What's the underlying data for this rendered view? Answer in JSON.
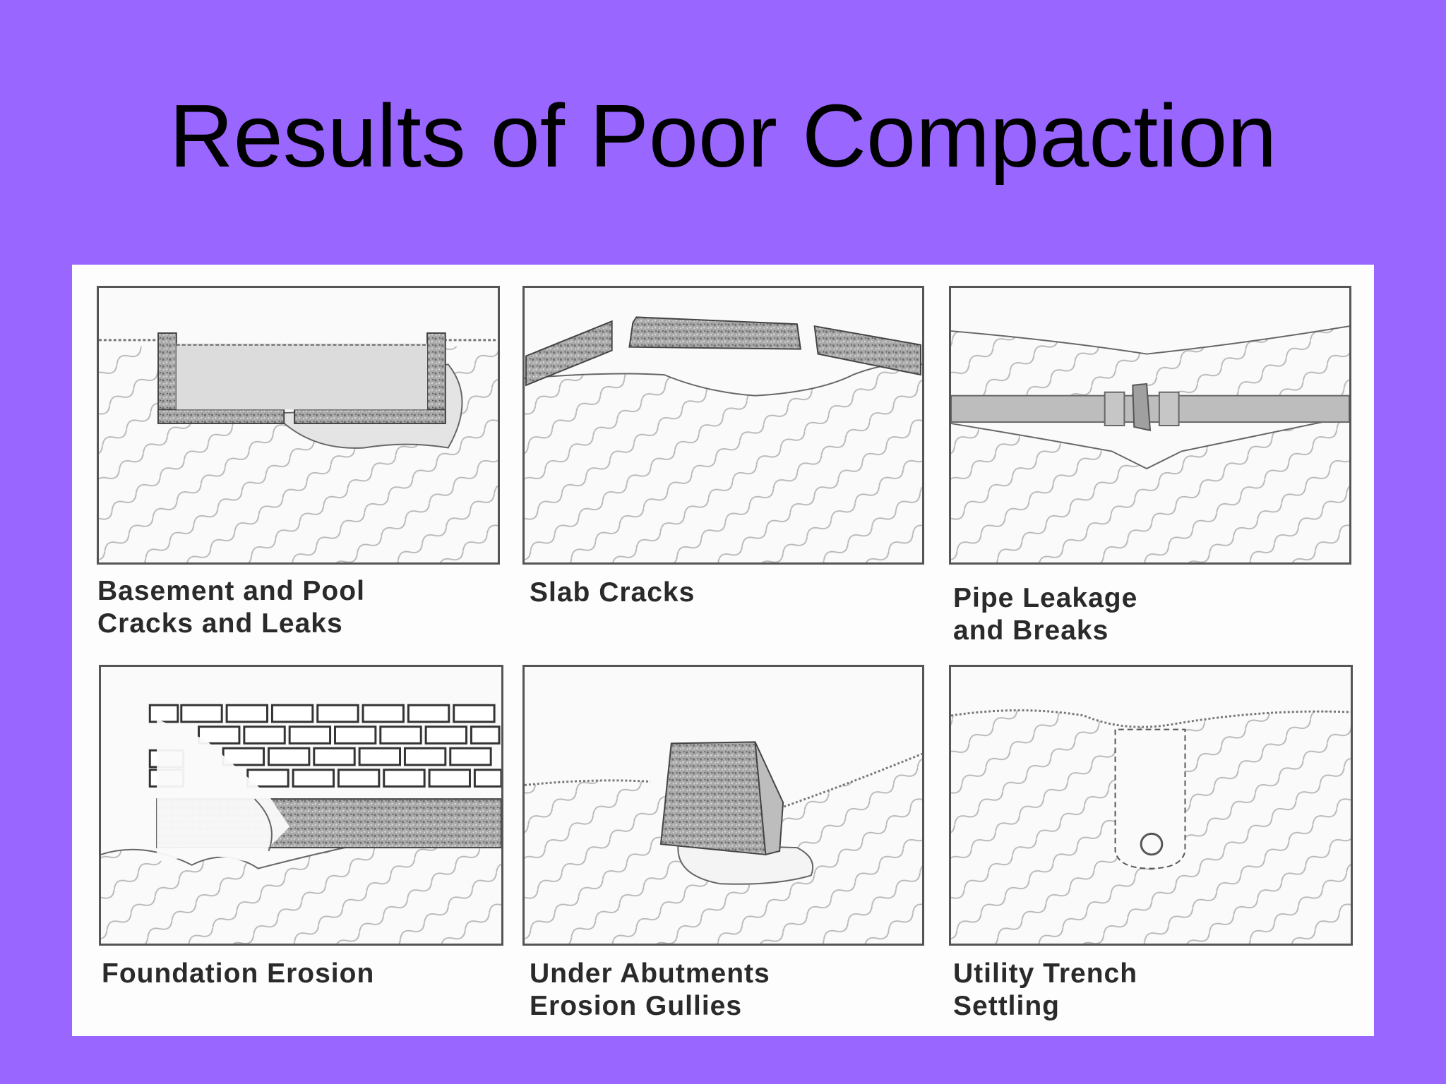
{
  "slide": {
    "title": "Results of Poor Compaction"
  },
  "panels": [
    {
      "caption_lines": [
        "Basement and Pool",
        "Cracks and Leaks"
      ]
    },
    {
      "caption_lines": [
        "Slab Cracks"
      ]
    },
    {
      "caption_lines": [
        "Pipe Leakage",
        "and Breaks"
      ]
    },
    {
      "caption_lines": [
        "Foundation Erosion"
      ]
    },
    {
      "caption_lines": [
        "Under Abutments",
        "Erosion Gullies"
      ]
    },
    {
      "caption_lines": [
        "Utility Trench",
        "Settling"
      ]
    }
  ],
  "colors": {
    "background": "#9966ff",
    "figure": "#fdfdfd",
    "soil_hatch": "#b8b8b8",
    "concrete": "#b0b0b0",
    "outline": "#555555"
  }
}
